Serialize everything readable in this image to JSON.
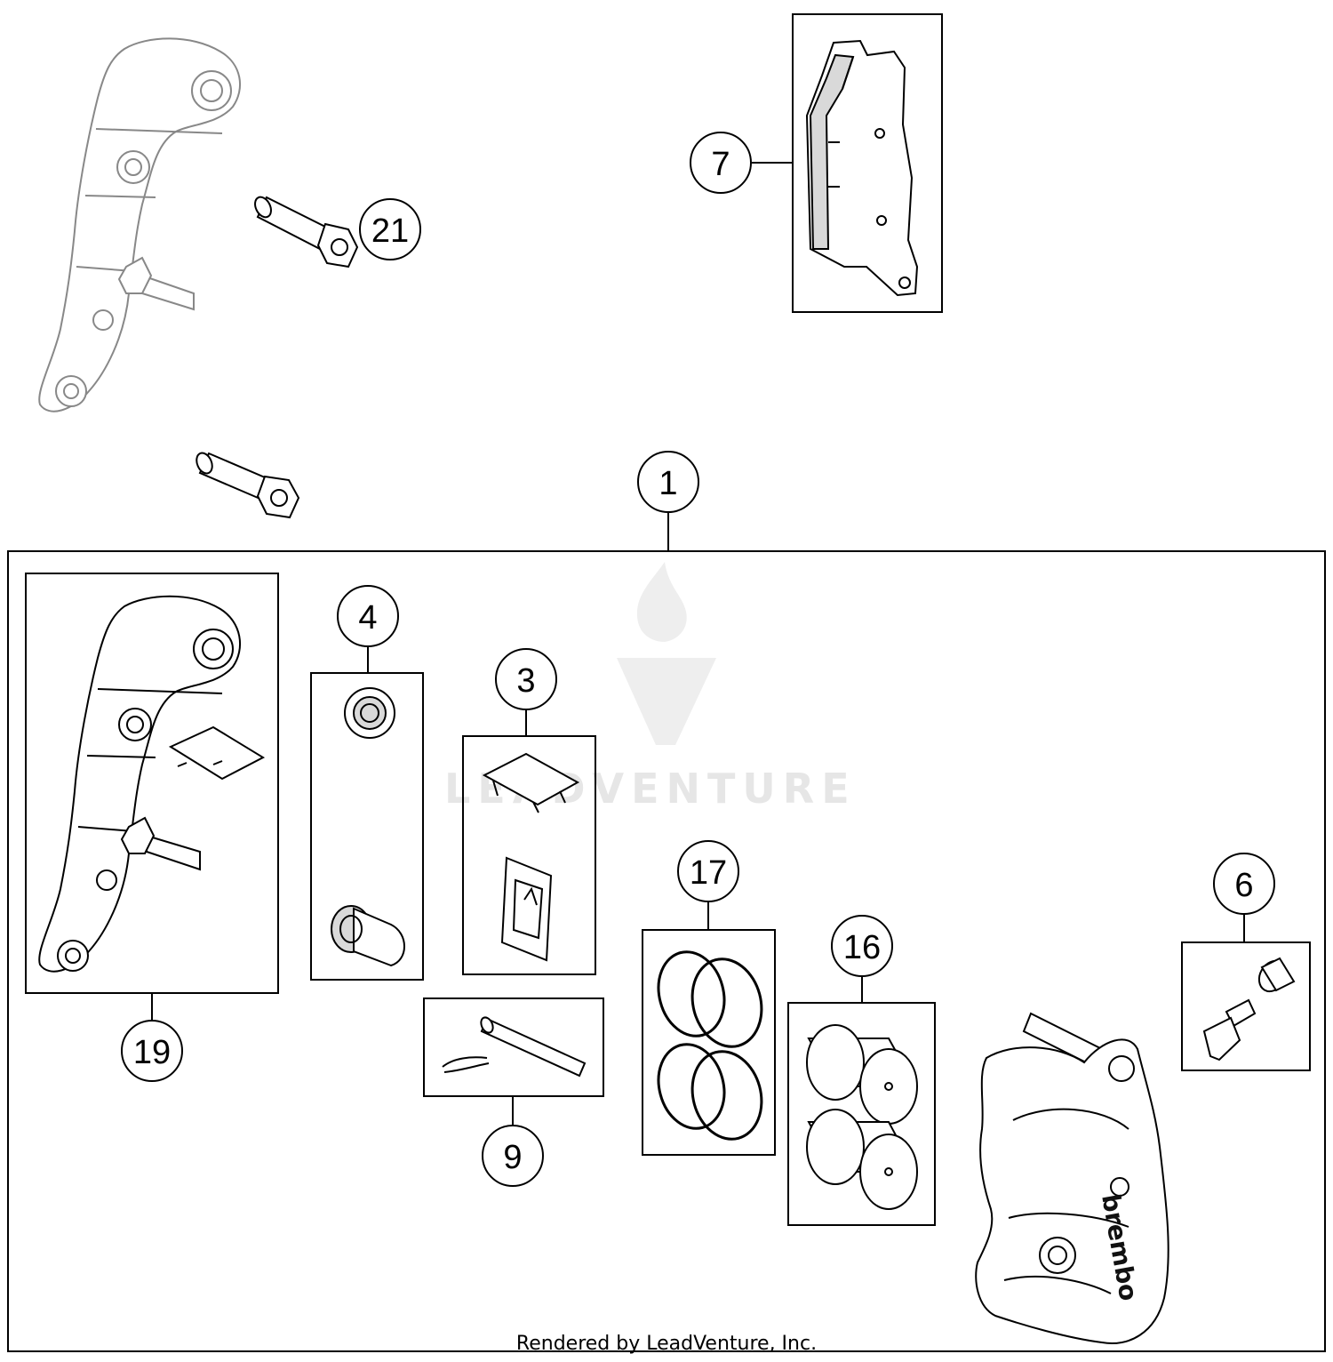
{
  "callouts": {
    "c1": "1",
    "c3": "3",
    "c4": "4",
    "c6": "6",
    "c7": "7",
    "c9": "9",
    "c16": "16",
    "c17": "17",
    "c19": "19",
    "c21": "21"
  },
  "watermark": "LEADVENTURE",
  "footer": "Rendered by LeadVenture, Inc.",
  "caliper_brand": "brembo",
  "colors": {
    "line": "#000000",
    "ghost": "#888888",
    "watermark": "#e6e6e6"
  },
  "icons": [
    "leadventure-logo-icon"
  ]
}
